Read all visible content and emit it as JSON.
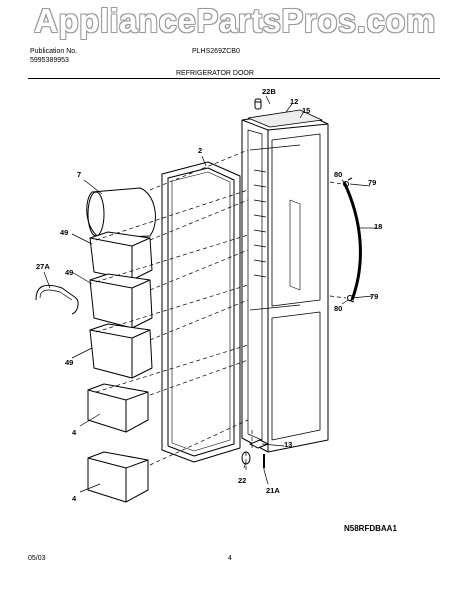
{
  "watermark": "AppliancePartsPros.com",
  "header": {
    "publication_label": "Publication No.",
    "publication_number": "5995389953",
    "model": "PLHS269ZCB0",
    "section_title": "REFRIGERATOR DOOR"
  },
  "callouts": [
    "22B",
    "12",
    "15",
    "2",
    "7",
    "49",
    "49",
    "27A",
    "49",
    "4",
    "4",
    "80",
    "79",
    "18",
    "80",
    "79",
    "13",
    "22",
    "21A"
  ],
  "footer": {
    "diagram_code": "N58RFDBAA1",
    "date": "05/03",
    "page_number": "4"
  }
}
